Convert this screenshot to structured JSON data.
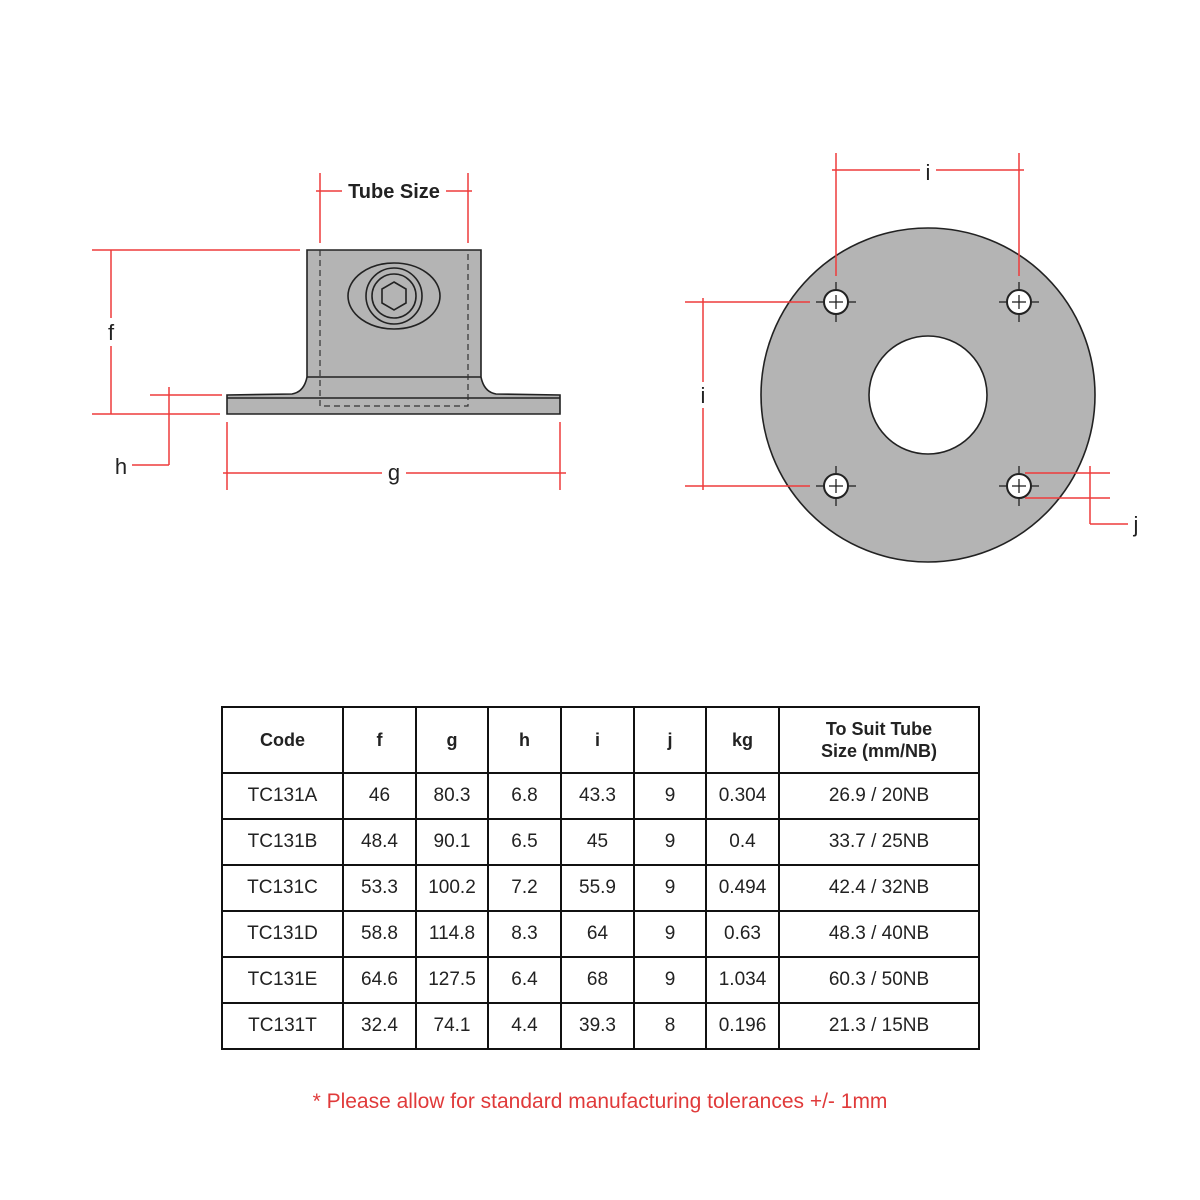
{
  "diagram": {
    "side_view": {
      "tube_size_label": "Tube Size",
      "f": "f",
      "g": "g",
      "h": "h"
    },
    "top_view": {
      "i_horizontal": "i",
      "i_vertical": "i",
      "j": "j"
    },
    "colors": {
      "dimension": "#ee3b3b",
      "part_fill": "#b4b4b4",
      "outline": "#222222"
    }
  },
  "table": {
    "headers": [
      "Code",
      "f",
      "g",
      "h",
      "i",
      "j",
      "kg",
      "To Suit Tube Size (mm/NB)"
    ],
    "rows": [
      [
        "TC131A",
        "46",
        "80.3",
        "6.8",
        "43.3",
        "9",
        "0.304",
        "26.9 / 20NB"
      ],
      [
        "TC131B",
        "48.4",
        "90.1",
        "6.5",
        "45",
        "9",
        "0.4",
        "33.7 / 25NB"
      ],
      [
        "TC131C",
        "53.3",
        "100.2",
        "7.2",
        "55.9",
        "9",
        "0.494",
        "42.4 / 32NB"
      ],
      [
        "TC131D",
        "58.8",
        "114.8",
        "8.3",
        "64",
        "9",
        "0.63",
        "48.3 / 40NB"
      ],
      [
        "TC131E",
        "64.6",
        "127.5",
        "6.4",
        "68",
        "9",
        "1.034",
        "60.3 / 50NB"
      ],
      [
        "TC131T",
        "32.4",
        "74.1",
        "4.4",
        "39.3",
        "8",
        "0.196",
        "21.3 / 15NB"
      ]
    ]
  },
  "footnote": "* Please allow for standard manufacturing tolerances +/- 1mm"
}
